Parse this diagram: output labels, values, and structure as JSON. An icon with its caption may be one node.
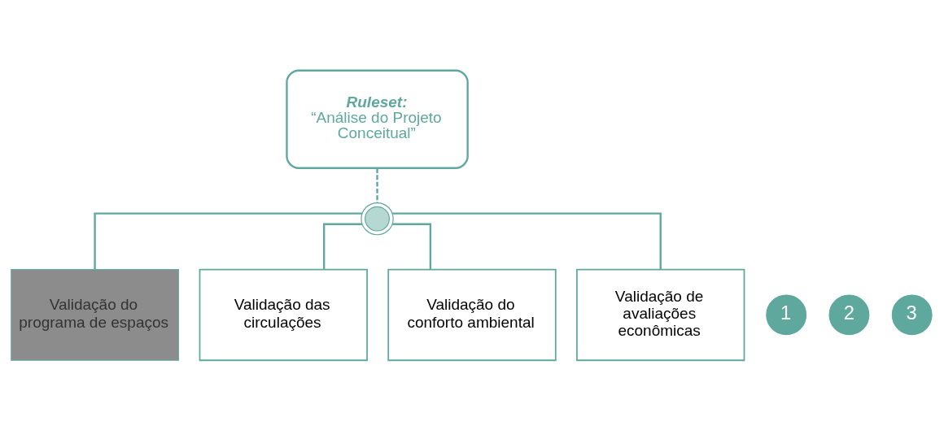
{
  "diagram": {
    "nodes": [
      {
        "text": [
          "Ruleset:",
          "“Análise do Projeto Conceitual”"
        ]
      },
      {
        "text": [],
        "shape": "circle"
      },
      {
        "text": [
          "Validação do programa de espaços"
        ]
      },
      {
        "text": [
          "1"
        ]
      },
      {
        "text": [
          "Validação das circulações"
        ]
      },
      {
        "text": [
          "2"
        ]
      },
      {
        "text": [
          "Validação do conforto ambiental"
        ]
      },
      {
        "text": [
          "3"
        ]
      },
      {
        "text": [
          "Validação de avaliações econômicas"
        ]
      }
    ],
    "edges": [
      {
        "from": 0,
        "to": 1,
        "arrow": "none",
        "style": "dashed"
      },
      {
        "from": 1,
        "to": 2,
        "arrow": "none"
      },
      {
        "from": 1,
        "to": 4,
        "arrow": "none"
      },
      {
        "from": 1,
        "to": 6,
        "arrow": "none"
      },
      {
        "from": 1,
        "to": 8,
        "arrow": "none"
      }
    ]
  }
}
